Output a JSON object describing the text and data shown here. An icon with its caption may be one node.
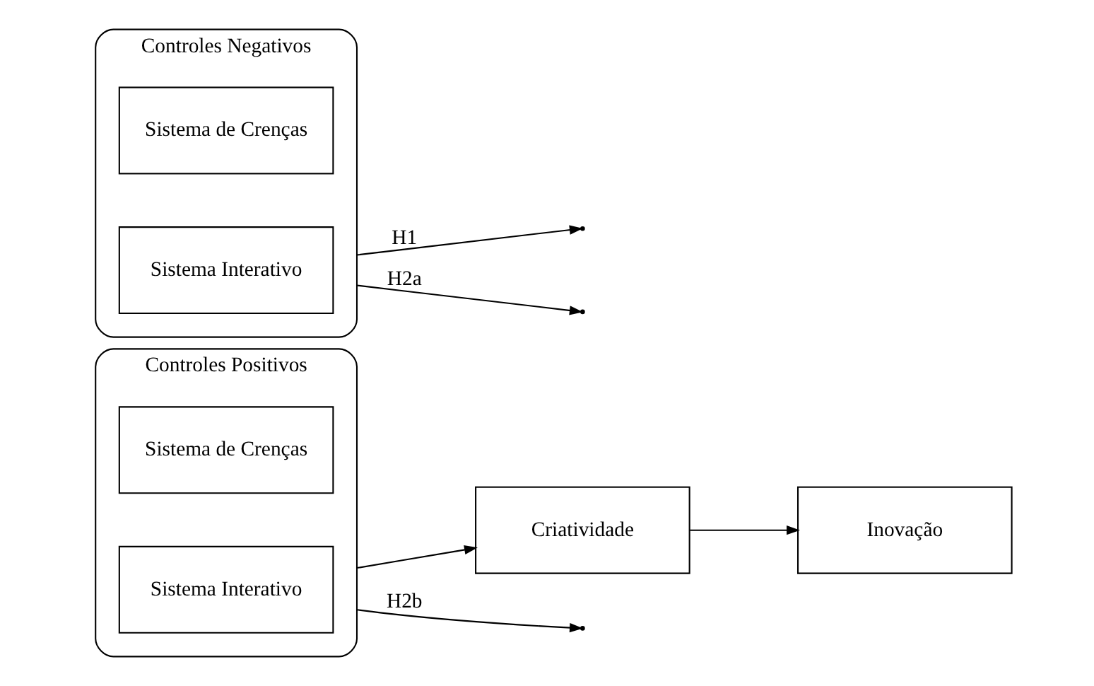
{
  "diagram": {
    "nodes": [
      {
        "text": [
          "Controles Positivos"
        ]
      },
      {
        "text": [
          "Sistema de Crenças"
        ],
        "in": 0
      },
      {
        "text": [
          "Sistema Interativo"
        ],
        "in": 0
      },
      {
        "text": [
          "Controles Negativos"
        ]
      },
      {
        "text": [
          "Sistema de Crenças"
        ],
        "in": 3
      },
      {
        "text": [
          "Sistema Interativo"
        ],
        "in": 3
      },
      {
        "text": [
          "Criatividade"
        ]
      },
      {
        "text": [
          "Inovação"
        ]
      }
    ],
    "edges": [
      {
        "from": 0,
        "to": 6,
        "arrow": "to"
      },
      {
        "from": 0,
        "to": null,
        "label": "H2b",
        "arrow": "to"
      },
      {
        "from": 3,
        "to": null,
        "label": "H1",
        "arrow": "to"
      },
      {
        "from": 3,
        "to": null,
        "label": "H2a",
        "arrow": "to"
      },
      {
        "from": 6,
        "to": 7,
        "arrow": "to"
      }
    ]
  }
}
